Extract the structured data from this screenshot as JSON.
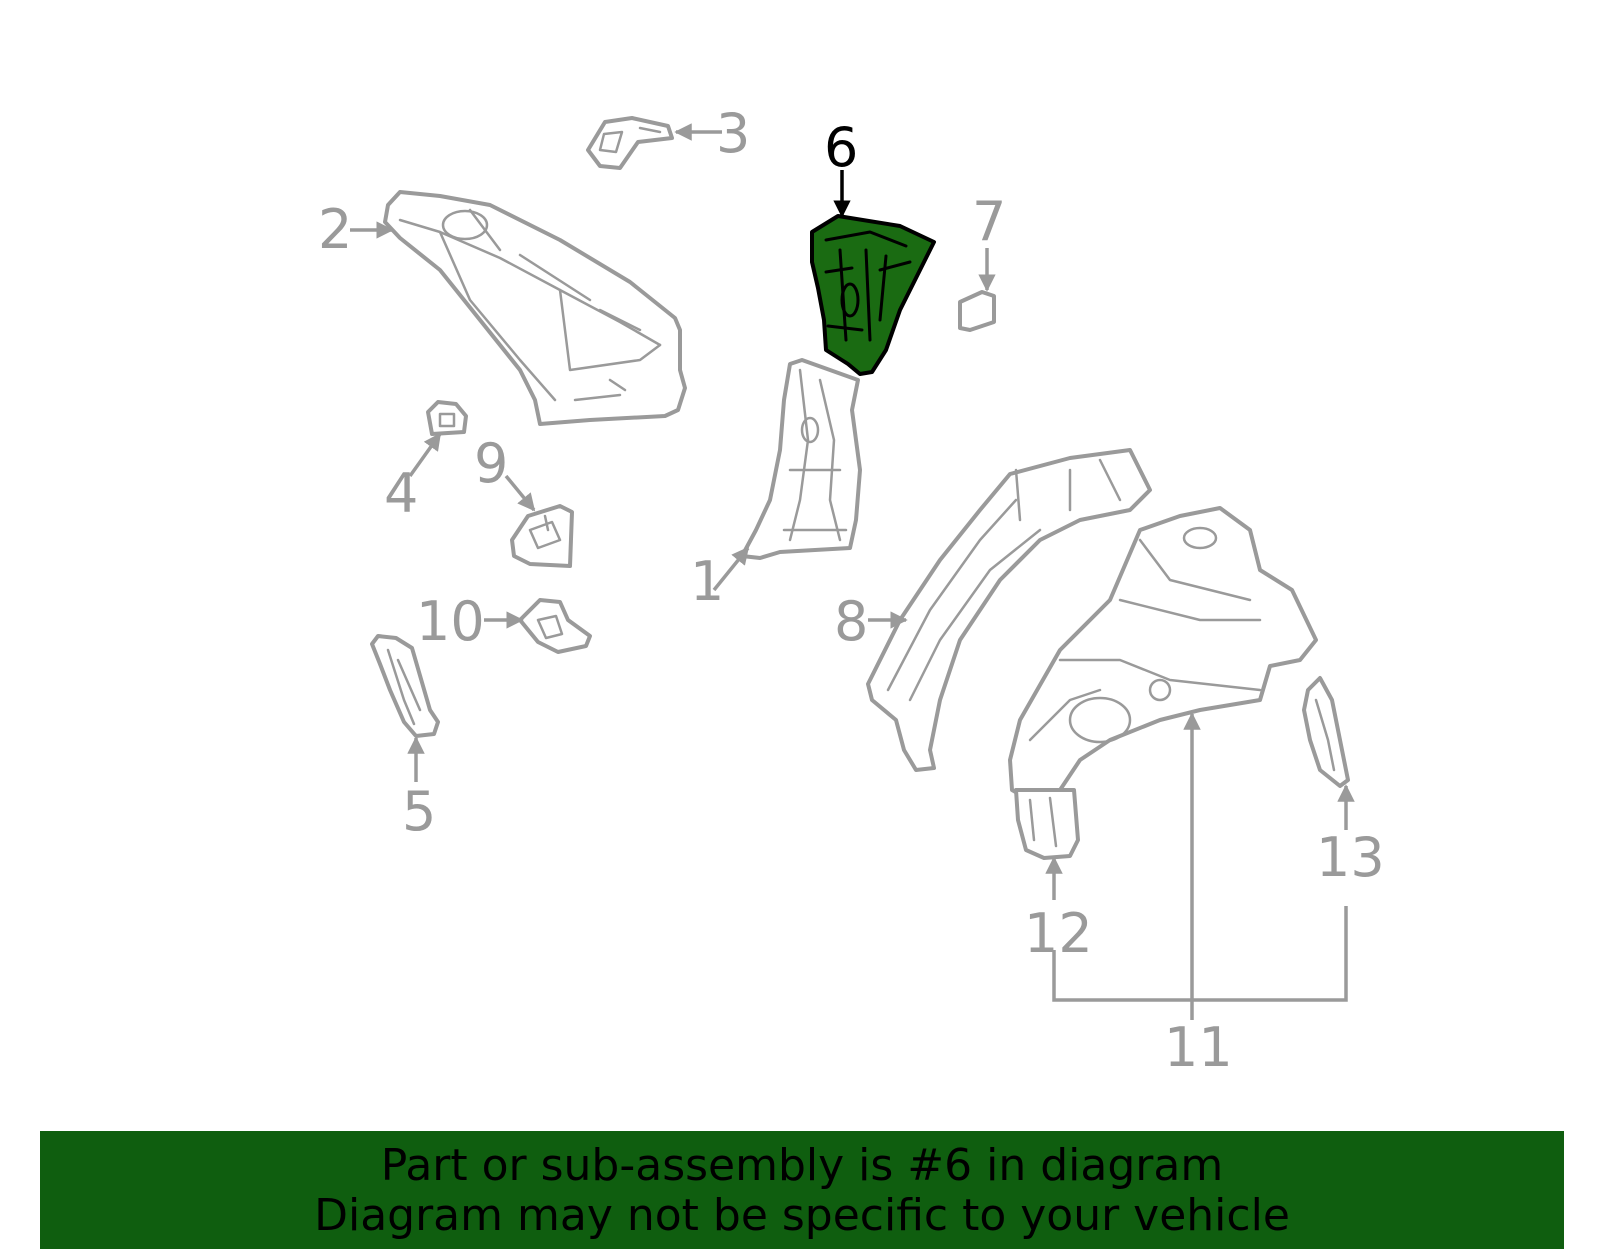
{
  "diagram": {
    "callouts": {
      "c1": "1",
      "c2": "2",
      "c3": "3",
      "c4": "4",
      "c5": "5",
      "c6": "6",
      "c7": "7",
      "c8": "8",
      "c9": "9",
      "c10": "10",
      "c11": "11",
      "c12": "12",
      "c13": "13"
    },
    "highlighted_part": "6",
    "colors": {
      "highlight_fill": "#1a6b12",
      "banner_background": "#0f5e0f",
      "line_gray": "#9a9a9a"
    }
  },
  "banner": {
    "line1": "Part or sub-assembly is #6 in diagram",
    "line2": "Diagram may not be specific to your vehicle"
  }
}
